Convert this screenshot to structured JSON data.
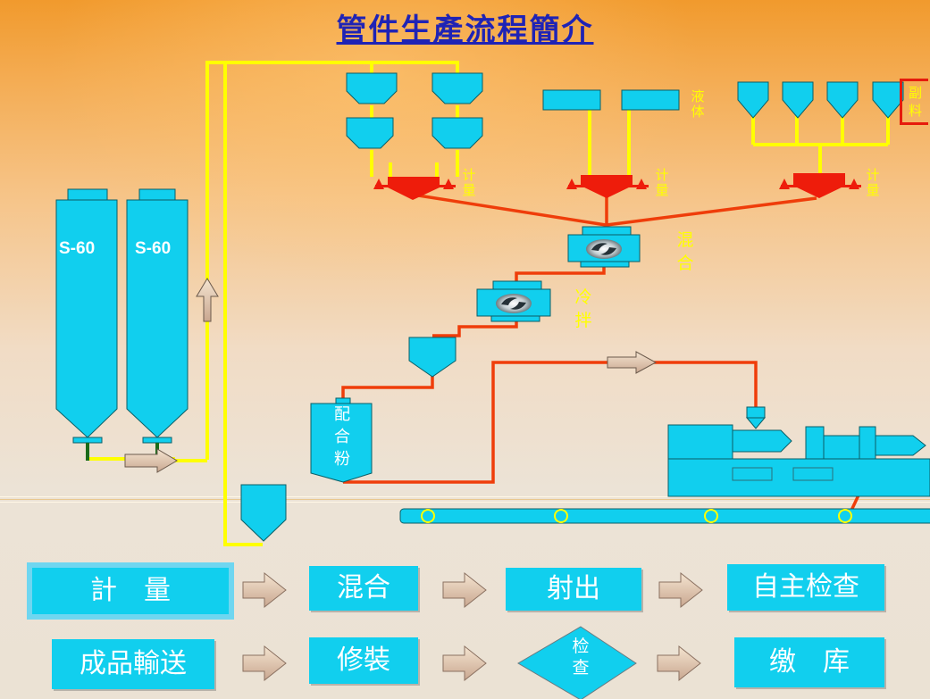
{
  "title": "管件生產流程簡介",
  "silos": {
    "left": "S-60",
    "right": "S-60"
  },
  "labels": {
    "metering": [
      "计",
      "量"
    ],
    "liquid": [
      "液",
      "体"
    ],
    "auxiliary": [
      "副",
      "料"
    ],
    "mixing": [
      "混",
      "合"
    ],
    "cooling": [
      "冷",
      "拌"
    ],
    "compound_powder": [
      "配",
      "合",
      "粉"
    ]
  },
  "steps": {
    "metering": "計　量",
    "mixing": "混合",
    "injection": "射出",
    "self_inspection": "自主检查",
    "transport": "成品輸送",
    "finishing": "修裝",
    "inspection": [
      "检",
      "查"
    ],
    "storage": "缴　库"
  },
  "colors": {
    "equipment": "#11cfee",
    "yellow_line": "#ffff00",
    "red_line": "#ef3d0a",
    "scale": "#ee1c0b",
    "title": "#1f23b5",
    "label": "#ffff00"
  }
}
